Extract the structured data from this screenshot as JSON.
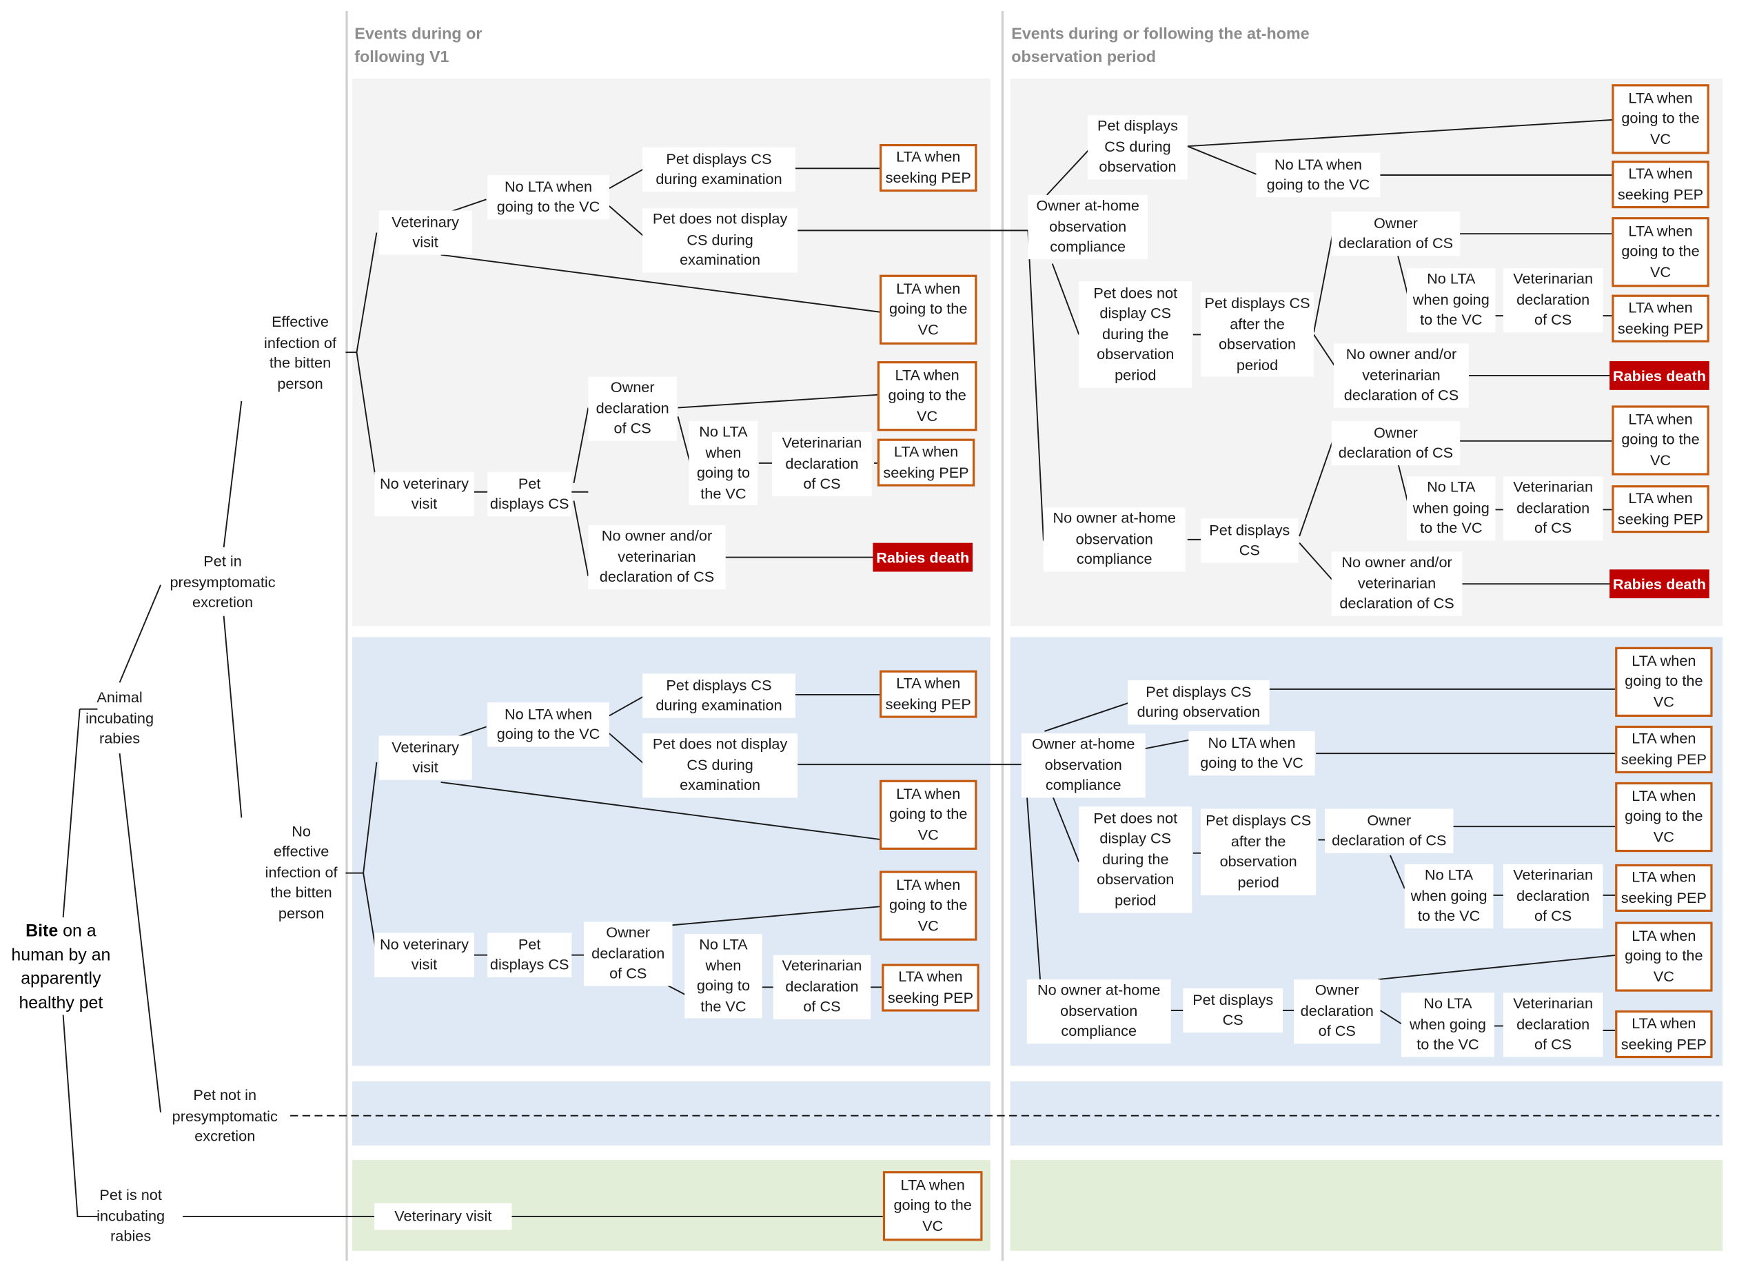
{
  "columns": {
    "v1_header": "Events during or\nfollowing V1",
    "home_header": "Events during or following the at-home\nobservation period"
  },
  "root": {
    "bold": "Bite",
    "rest": " on a\nhuman by an\napparently\nhealthy pet"
  },
  "branches": {
    "animal_incubating": "Animal\nincubating\nrabies",
    "not_incubating": "Pet is not\nincubating\nrabies",
    "presymptomatic": "Pet in\npresymptomatic\nexcretion",
    "not_presymptomatic": "Pet not in\npresymptomatic\nexcretion",
    "effective_infection": "Effective\ninfection of\nthe bitten\nperson",
    "no_effective_infection": "No\neffective\ninfection of\nthe bitten\nperson"
  },
  "labels": {
    "veterinary_visit": "Veterinary\nvisit",
    "veterinary_visit_inline": "Veterinary visit",
    "no_veterinary_visit": "No veterinary\nvisit",
    "no_lta_vc": "No LTA when\ngoing to the VC",
    "pet_cs_exam": "Pet displays CS\nduring examination",
    "pet_no_cs_exam": "Pet does not display\nCS during\nexamination",
    "pet_displays_cs": "Pet\ndisplays CS",
    "pet_displays_cs_h": "Pet displays\nCS",
    "owner_decl_3": "Owner\ndeclaration\nof CS",
    "owner_decl_2": "Owner\ndeclaration of CS",
    "no_lta_4": "No LTA\nwhen\ngoing to\nthe VC",
    "no_lta_3": "No LTA\nwhen going\nto the VC",
    "vet_decl": "Veterinarian\ndeclaration\nof CS",
    "no_owner_vet_decl": "No owner and/or\nveterinarian\ndeclaration of CS",
    "home_compliance": "Owner at-home\nobservation\ncompliance",
    "no_home_compliance": "No owner at-home\nobservation\ncompliance",
    "pet_cs_obs_3": "Pet displays\nCS during\nobservation",
    "pet_cs_obs_2": "Pet displays CS\nduring observation",
    "pet_no_cs_obs": "Pet does not\ndisplay CS\nduring the\nobservation\nperiod",
    "pet_cs_after": "Pet displays CS\nafter the\nobservation\nperiod"
  },
  "outcomes": {
    "lta_vc": "LTA when\ngoing to the\nVC",
    "lta_pep": "LTA when\nseeking PEP",
    "death": "Rabies death"
  },
  "colors": {
    "grey_panel": "#f3f3f3",
    "blue_panel": "#dfe9f5",
    "green_panel": "#e3eed8",
    "outcome_border": "#c55a11",
    "death_fill": "#c00000",
    "header_text": "#8c8c8c"
  }
}
